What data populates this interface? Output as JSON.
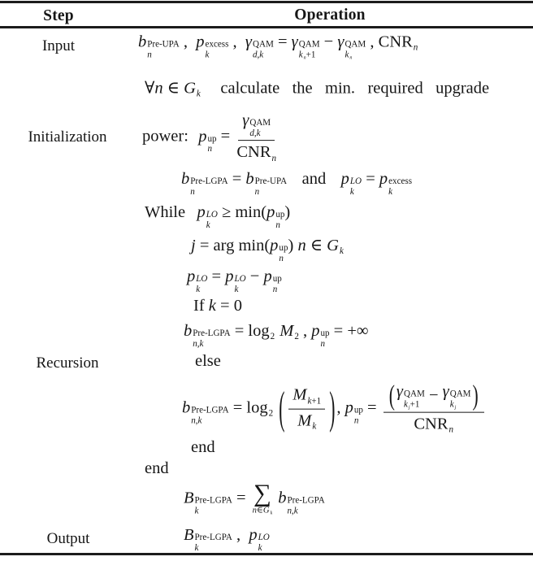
{
  "colors": {
    "background": "#ffffff",
    "text": "#161616",
    "rule": "#1c1c1c"
  },
  "table": {
    "header": {
      "step": "Step",
      "operation": "Operation"
    },
    "steps": [
      {
        "label": "Input"
      },
      {
        "label": "Initialization"
      },
      {
        "label": "Recursion"
      },
      {
        "label": "Output"
      }
    ]
  },
  "operations": [
    {
      "name": "input-params",
      "text": "b_n^Pre-UPA , p_k^excess , γ_d,k^QAM = γ_{k_n+1}^QAM − γ_{k_n}^QAM , CNR_n",
      "tokens": [
        [
          "ss",
          [
            [
              "i",
              "b"
            ]
          ],
          [
            [
              "t",
              "Pre-UPA"
            ]
          ],
          [
            [
              "i",
              "n"
            ]
          ]
        ],
        [
          "t",
          " ,  "
        ],
        [
          "ss",
          [
            [
              "i",
              "p"
            ]
          ],
          [
            [
              "t",
              "excess"
            ]
          ],
          [
            [
              "i",
              "k"
            ]
          ]
        ],
        [
          "t",
          " ,  "
        ],
        [
          "ss",
          [
            [
              "i",
              "γ"
            ]
          ],
          [
            [
              "t",
              "QAM"
            ]
          ],
          [
            [
              "i",
              "d"
            ],
            [
              "t",
              ","
            ],
            [
              "i",
              "k"
            ]
          ]
        ],
        [
          "t",
          " = "
        ],
        [
          "ss",
          [
            [
              "i",
              "γ"
            ]
          ],
          [
            [
              "t",
              "QAM"
            ]
          ],
          [
            [
              "ss",
              [
                [
                  "i",
                  "k"
                ]
              ],
              null,
              [
                [
                  "i",
                  "n"
                ]
              ]
            ],
            [
              "t",
              "+1"
            ]
          ]
        ],
        [
          "t",
          " − "
        ],
        [
          "ss",
          [
            [
              "i",
              "γ"
            ]
          ],
          [
            [
              "t",
              "QAM"
            ]
          ],
          [
            [
              "ss",
              [
                [
                  "i",
                  "k"
                ]
              ],
              null,
              [
                [
                  "i",
                  "n"
                ]
              ]
            ]
          ]
        ],
        [
          "t",
          " , "
        ],
        [
          "ss",
          [
            [
              "t",
              "CNR"
            ]
          ],
          null,
          [
            [
              "i",
              "n"
            ]
          ]
        ]
      ]
    },
    {
      "name": "init-forall",
      "text": "∀n ∈ G_k calculate the min. required upgrade",
      "tokens": [
        [
          "t",
          "∀"
        ],
        [
          "i",
          "n"
        ],
        [
          "t",
          " ∈ "
        ],
        [
          "ss",
          [
            [
              "i",
              "G"
            ]
          ],
          null,
          [
            [
              "i",
              "k"
            ]
          ]
        ],
        [
          "sp",
          1.2
        ],
        [
          "t",
          "calculate"
        ],
        [
          "sp",
          0.75
        ],
        [
          "t",
          "the"
        ],
        [
          "sp",
          0.75
        ],
        [
          "t",
          "min."
        ],
        [
          "sp",
          0.75
        ],
        [
          "t",
          "required"
        ],
        [
          "sp",
          0.75
        ],
        [
          "t",
          "upgrade"
        ]
      ]
    },
    {
      "name": "init-upgrade-power",
      "text": "power: p_n^up = γ_d,k^QAM / CNR_n",
      "tokens": [
        [
          "t",
          "power:"
        ],
        [
          "sp",
          0.6
        ],
        [
          "ss",
          [
            [
              "i",
              "p"
            ]
          ],
          [
            [
              "t",
              "up"
            ]
          ],
          [
            [
              "i",
              "n"
            ]
          ]
        ],
        [
          "t",
          " = "
        ],
        [
          "fr",
          [
            [
              "ss",
              [
                [
                  "i",
                  "γ"
                ]
              ],
              [
                [
                  "t",
                  "QAM"
                ]
              ],
              [
                [
                  "i",
                  "d"
                ],
                [
                  "t",
                  ","
                ],
                [
                  "i",
                  "k"
                ]
              ]
            ]
          ],
          [
            [
              "ss",
              [
                [
                  "t",
                  "CNR"
                ]
              ],
              null,
              [
                [
                  "i",
                  "n"
                ]
              ]
            ]
          ]
        ]
      ]
    },
    {
      "name": "init-assignments",
      "text": "b_n^Pre-LGPA = b_n^Pre-UPA and p_k^LO = p_k^excess",
      "tokens": [
        [
          "ss",
          [
            [
              "i",
              "b"
            ]
          ],
          [
            [
              "t",
              "Pre-LGPA"
            ]
          ],
          [
            [
              "i",
              "n"
            ]
          ]
        ],
        [
          "t",
          " = "
        ],
        [
          "ss",
          [
            [
              "i",
              "b"
            ]
          ],
          [
            [
              "t",
              "Pre-UPA"
            ]
          ],
          [
            [
              "i",
              "n"
            ]
          ]
        ],
        [
          "sp",
          0.9
        ],
        [
          "t",
          "and"
        ],
        [
          "sp",
          0.9
        ],
        [
          "ss",
          [
            [
              "i",
              "p"
            ]
          ],
          [
            [
              "i",
              "LO"
            ]
          ],
          [
            [
              "i",
              "k"
            ]
          ]
        ],
        [
          "t",
          " = "
        ],
        [
          "ss",
          [
            [
              "i",
              "p"
            ]
          ],
          [
            [
              "t",
              "excess"
            ]
          ],
          [
            [
              "i",
              "k"
            ]
          ]
        ]
      ]
    },
    {
      "name": "while-condition",
      "text": "While p_k^LO ≥ min(p_n^up)",
      "tokens": [
        [
          "t",
          "While"
        ],
        [
          "sp",
          0.7
        ],
        [
          "ss",
          [
            [
              "i",
              "p"
            ]
          ],
          [
            [
              "i",
              "LO"
            ]
          ],
          [
            [
              "i",
              "k"
            ]
          ]
        ],
        [
          "t",
          " ≥ min("
        ],
        [
          "ss",
          [
            [
              "i",
              "p"
            ]
          ],
          [
            [
              "t",
              "up"
            ]
          ],
          [
            [
              "i",
              "n"
            ]
          ]
        ],
        [
          "t",
          ")"
        ]
      ]
    },
    {
      "name": "argmin",
      "text": "j = arg min(p_n^up) n ∈ G_k",
      "tokens": [
        [
          "i",
          "j"
        ],
        [
          "t",
          " = arg min("
        ],
        [
          "ss",
          [
            [
              "i",
              "p"
            ]
          ],
          [
            [
              "t",
              "up"
            ]
          ],
          [
            [
              "i",
              "n"
            ]
          ]
        ],
        [
          "t",
          ") "
        ],
        [
          "i",
          "n"
        ],
        [
          "t",
          " ∈ "
        ],
        [
          "ss",
          [
            [
              "i",
              "G"
            ]
          ],
          null,
          [
            [
              "i",
              "k"
            ]
          ]
        ]
      ]
    },
    {
      "name": "power-update",
      "text": "p_k^LO = p_k^LO − p_n^up",
      "tokens": [
        [
          "ss",
          [
            [
              "i",
              "p"
            ]
          ],
          [
            [
              "i",
              "LO"
            ]
          ],
          [
            [
              "i",
              "k"
            ]
          ]
        ],
        [
          "t",
          " = "
        ],
        [
          "ss",
          [
            [
              "i",
              "p"
            ]
          ],
          [
            [
              "i",
              "LO"
            ]
          ],
          [
            [
              "i",
              "k"
            ]
          ]
        ],
        [
          "t",
          " − "
        ],
        [
          "ss",
          [
            [
              "i",
              "p"
            ]
          ],
          [
            [
              "t",
              "up"
            ]
          ],
          [
            [
              "i",
              "n"
            ]
          ]
        ]
      ]
    },
    {
      "name": "if-condition",
      "text": "If k = 0",
      "tokens": [
        [
          "t",
          "If "
        ],
        [
          "i",
          "k"
        ],
        [
          "t",
          " = 0"
        ]
      ]
    },
    {
      "name": "if-body",
      "text": "b_n,k^Pre-LGPA = log_2 M_2 , p_n^up = +∞",
      "tokens": [
        [
          "ss",
          [
            [
              "i",
              "b"
            ]
          ],
          [
            [
              "t",
              "Pre-LGPA"
            ]
          ],
          [
            [
              "i",
              "n"
            ],
            [
              "t",
              ","
            ],
            [
              "i",
              "k"
            ]
          ]
        ],
        [
          "t",
          " = "
        ],
        [
          "ss",
          [
            [
              "t",
              "log"
            ]
          ],
          null,
          [
            [
              "t",
              "2"
            ]
          ]
        ],
        [
          "sp",
          0.3
        ],
        [
          "ss",
          [
            [
              "i",
              "M"
            ]
          ],
          null,
          [
            [
              "t",
              "2"
            ]
          ]
        ],
        [
          "t",
          " , "
        ],
        [
          "ss",
          [
            [
              "i",
              "p"
            ]
          ],
          [
            [
              "t",
              "up"
            ]
          ],
          [
            [
              "i",
              "n"
            ]
          ]
        ],
        [
          "t",
          " = +∞"
        ]
      ]
    },
    {
      "name": "else-keyword",
      "text": "else",
      "tokens": [
        [
          "t",
          "else"
        ]
      ]
    },
    {
      "name": "else-body",
      "text": "b_n,k^Pre-LGPA = log_2(M_{k+1}/M_k), p_n^up = (γ_{k_j+1}^QAM − γ_{k_j}^QAM) / CNR_n",
      "tokens": [
        [
          "ss",
          [
            [
              "i",
              "b"
            ]
          ],
          [
            [
              "t",
              "Pre-LGPA"
            ]
          ],
          [
            [
              "i",
              "n"
            ],
            [
              "t",
              ","
            ],
            [
              "i",
              "k"
            ]
          ]
        ],
        [
          "t",
          " = "
        ],
        [
          "ss",
          [
            [
              "t",
              "log"
            ]
          ],
          null,
          [
            [
              "t",
              "2"
            ]
          ]
        ],
        [
          "sp",
          0.25
        ],
        [
          "bp",
          "(",
          2.6
        ],
        [
          "fr",
          [
            [
              "ss",
              [
                [
                  "i",
                  "M"
                ]
              ],
              null,
              [
                [
                  "i",
                  "k"
                ],
                [
                  "t",
                  "+1"
                ]
              ]
            ]
          ],
          [
            [
              "ss",
              [
                [
                  "i",
                  "M"
                ]
              ],
              null,
              [
                [
                  "i",
                  "k"
                ]
              ]
            ]
          ]
        ],
        [
          "bp",
          ")",
          2.6
        ],
        [
          "t",
          ", "
        ],
        [
          "ss",
          [
            [
              "i",
              "p"
            ]
          ],
          [
            [
              "t",
              "up"
            ]
          ],
          [
            [
              "i",
              "n"
            ]
          ]
        ],
        [
          "t",
          " = "
        ],
        [
          "fr",
          [
            [
              "bp",
              "(",
              1.6
            ],
            [
              "ss",
              [
                [
                  "i",
                  "γ"
                ]
              ],
              [
                [
                  "t",
                  "QAM"
                ]
              ],
              [
                [
                  "ss",
                  [
                    [
                      "i",
                      "k"
                    ]
                  ],
                  null,
                  [
                    [
                      "i",
                      "j"
                    ]
                  ]
                ],
                [
                  "t",
                  "+1"
                ]
              ]
            ],
            [
              "t",
              " − "
            ],
            [
              "ss",
              [
                [
                  "i",
                  "γ"
                ]
              ],
              [
                [
                  "t",
                  "QAM"
                ]
              ],
              [
                [
                  "ss",
                  [
                    [
                      "i",
                      "k"
                    ]
                  ],
                  null,
                  [
                    [
                      "i",
                      "j"
                    ]
                  ]
                ]
              ]
            ],
            [
              "bp",
              ")",
              1.6
            ]
          ],
          [
            [
              "ss",
              [
                [
                  "t",
                  "CNR"
                ]
              ],
              null,
              [
                [
                  "i",
                  "n"
                ]
              ]
            ]
          ]
        ]
      ]
    },
    {
      "name": "end-if",
      "text": "end",
      "tokens": [
        [
          "t",
          "end"
        ]
      ]
    },
    {
      "name": "end-while",
      "text": "end",
      "tokens": [
        [
          "t",
          "end"
        ]
      ]
    },
    {
      "name": "sum-bits",
      "text": "B_k^Pre-LGPA = Σ_{n∈G_k} b_n,k^Pre-LGPA",
      "tokens": [
        [
          "ss",
          [
            [
              "i",
              "B"
            ]
          ],
          [
            [
              "t",
              "Pre-LGPA"
            ]
          ],
          [
            [
              "i",
              "k"
            ]
          ]
        ],
        [
          "t",
          " = "
        ],
        [
          "sum",
          "∑",
          [
            [
              "i",
              "n"
            ],
            [
              "t",
              "∈"
            ],
            [
              "ss",
              [
                [
                  "i",
                  "G"
                ]
              ],
              null,
              [
                [
                  "i",
                  "k"
                ]
              ]
            ]
          ]
        ],
        [
          "sp",
          0.2
        ],
        [
          "ss",
          [
            [
              "i",
              "b"
            ]
          ],
          [
            [
              "t",
              "Pre-LGPA"
            ]
          ],
          [
            [
              "i",
              "n"
            ],
            [
              "t",
              ","
            ],
            [
              "i",
              "k"
            ]
          ]
        ]
      ]
    },
    {
      "name": "output-values",
      "text": "B_k^Pre-LGPA , p_k^LO",
      "tokens": [
        [
          "ss",
          [
            [
              "i",
              "B"
            ]
          ],
          [
            [
              "t",
              "Pre-LGPA"
            ]
          ],
          [
            [
              "i",
              "k"
            ]
          ]
        ],
        [
          "t",
          " ,  "
        ],
        [
          "ss",
          [
            [
              "i",
              "p"
            ]
          ],
          [
            [
              "i",
              "LO"
            ]
          ],
          [
            [
              "i",
              "k"
            ]
          ]
        ]
      ]
    }
  ]
}
